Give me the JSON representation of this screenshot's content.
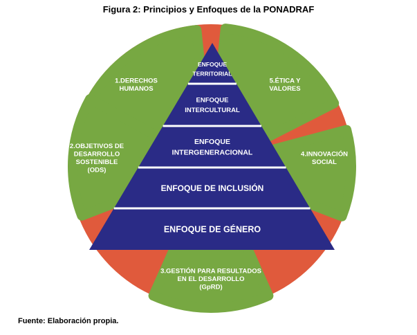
{
  "figure": {
    "title": "Figura 2: Principios y Enfoques de la PONADRAF",
    "source": "Fuente: Elaboración propia."
  },
  "principles": [
    {
      "lines": [
        "1.DERECHOS",
        "HUMANOS"
      ]
    },
    {
      "lines": [
        "5.ÉTICA Y",
        "VALORES"
      ]
    },
    {
      "lines": [
        "2.OBJETIVOS DE",
        "DESARROLLO",
        "SOSTENIBLE",
        "(ODS)"
      ]
    },
    {
      "lines": [
        "4.INNOVACIÓN",
        "SOCIAL"
      ]
    },
    {
      "lines": [
        "3.GESTIÓN PARA RESULTADOS",
        "EN EL DESARROLLO",
        "(GpRD)"
      ]
    }
  ],
  "approaches": [
    {
      "lines": [
        "ENFOQUE",
        "TERRITORIAL"
      ]
    },
    {
      "lines": [
        "ENFOQUE",
        "INTERCULTURAL"
      ]
    },
    {
      "lines": [
        "ENFOQUE",
        "INTERGENERACIONAL"
      ]
    },
    {
      "lines": [
        "ENFOQUE DE INCLUSIÓN"
      ]
    },
    {
      "lines": [
        "ENFOQUE DE GÉNERO"
      ]
    }
  ],
  "colors": {
    "segment_green": "#77a842",
    "separator_red": "#e05a3c",
    "pyramid_blue": "#2a2b86",
    "pyramid_divider": "#ffffff"
  }
}
